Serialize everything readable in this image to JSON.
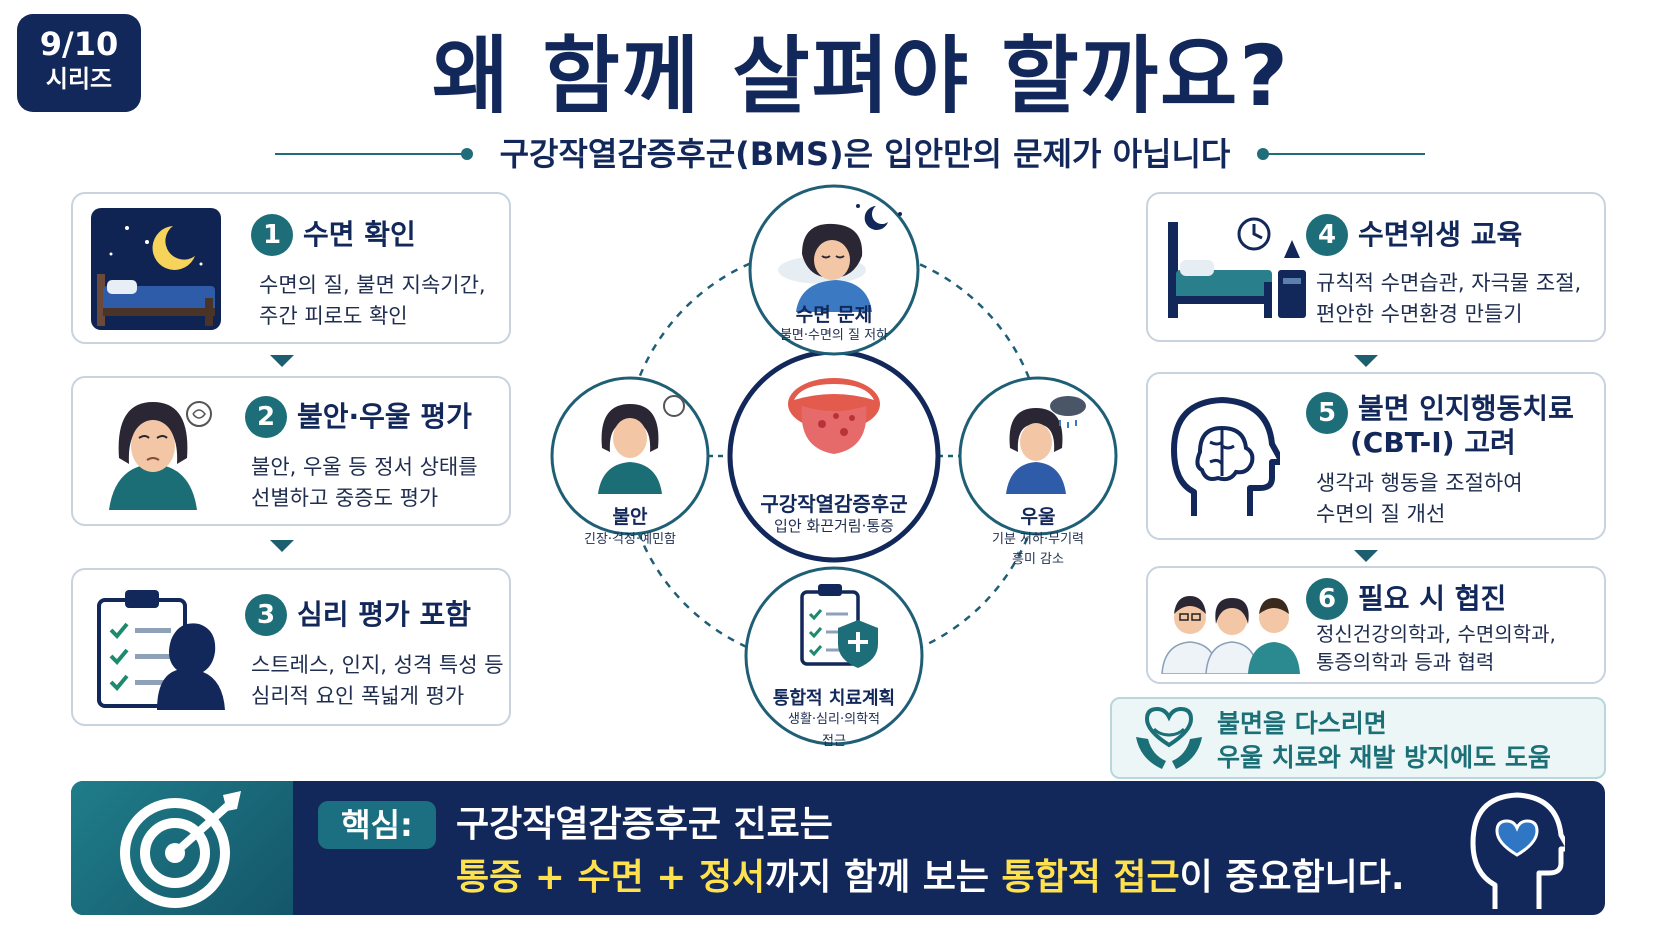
{
  "badge": {
    "number": "9/10",
    "label": "시리즈"
  },
  "title": "왜 함께 살펴야 할까요?",
  "subtitle": "구강작열감증후군(BMS)은 입안만의 문제가 아닙니다",
  "steps": [
    {
      "num": "1",
      "title": "수면 확인",
      "desc": "수면의 질, 불면 지속기간,\n주간 피로도 확인",
      "icon": "night-bed-icon"
    },
    {
      "num": "2",
      "title": "불안·우울 평가",
      "desc": "불안, 우울 등 정서 상태를\n선별하고 중증도 평가",
      "icon": "worried-woman-icon"
    },
    {
      "num": "3",
      "title": "심리 평가 포함",
      "desc": "스트레스, 인지, 성격 특성 등\n심리적 요인 폭넓게 평가",
      "icon": "clipboard-head-icon"
    },
    {
      "num": "4",
      "title": "수면위생 교육",
      "desc": "규칙적 수면습관, 자극물 조절,\n편안한 수면환경 만들기",
      "icon": "bed-clock-icon"
    },
    {
      "num": "5",
      "title": "불면 인지행동치료\n(CBT-I) 고려",
      "title_line1": "불면 인지행동치료",
      "title_line2": "(CBT-I) 고려",
      "desc": "생각과 행동을 조절하여\n수면의 질 개선",
      "icon": "brain-head-icon"
    },
    {
      "num": "6",
      "title": "필요 시 협진",
      "desc": "정신건강의학과, 수면의학과,\n통증의학과 등과 협력",
      "icon": "doctors-icon"
    }
  ],
  "center": {
    "main": {
      "label": "구강작열감증후군",
      "sub": "입안 화끈거림·통증",
      "icon": "tongue-icon"
    },
    "top": {
      "label": "수면 문제",
      "sub": "불면·수면의 질 저하",
      "icon": "sleeping-woman-icon"
    },
    "left": {
      "label": "불안",
      "sub": "긴장·걱정·예민함",
      "icon": "anxious-woman-icon"
    },
    "right": {
      "label": "우울",
      "sub1": "기분 저하·무기력",
      "sub2": "흥미 감소",
      "icon": "sad-woman-rain-icon"
    },
    "bottom": {
      "label": "통합적 치료계획",
      "sub1": "생활·심리·의학적",
      "sub2": "접근",
      "icon": "clipboard-shield-icon"
    }
  },
  "tip": {
    "text": "불면을 다스리면\n우울 치료와 재발 방지에도 도움",
    "icon": "heart-hands-icon"
  },
  "footer": {
    "tag": "핵심:",
    "line1": "구강작열감증후군 진료는",
    "line2_hl1": "통증 + 수면 + 정서",
    "line2_mid": "까지 함께 보는 ",
    "line2_hl2": "통합적 접근",
    "line2_end": "이 중요합니다.",
    "icons": [
      "target-icon",
      "heart-head-icon"
    ]
  },
  "colors": {
    "navy": "#13285a",
    "teal": "#1d6e79",
    "highlight": "#ffe14d",
    "border": "#c9d3de"
  }
}
